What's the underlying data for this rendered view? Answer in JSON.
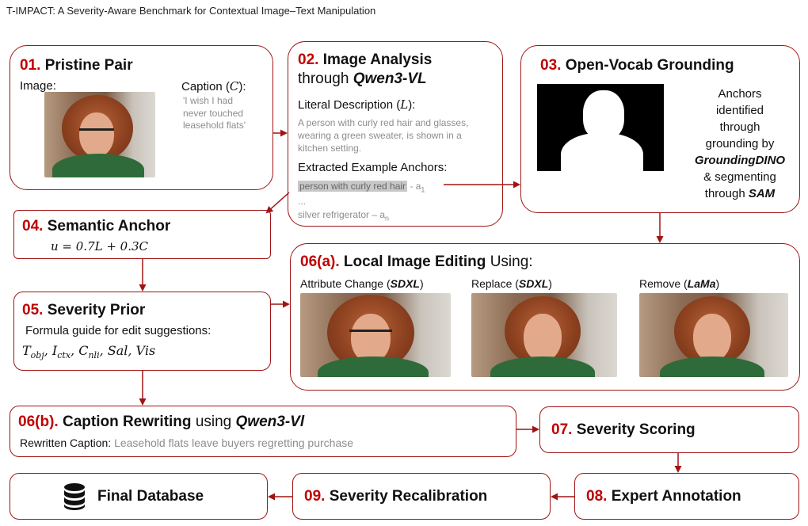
{
  "title": "T-IMPACT: A Severity-Aware Benchmark for Contextual Image–Text Manipulation",
  "colors": {
    "accent": "#c00000",
    "border": "#a11414",
    "muted_text": "#8d8d8d"
  },
  "icons": {
    "database": "database-icon"
  },
  "box01": {
    "num": "01.",
    "label": "Pristine Pair",
    "image_label": "Image:",
    "caption_label": "Caption (",
    "caption_var": "C",
    "caption_label_end": "):",
    "caption_text_1": "'I wish I had",
    "caption_text_2": "never touched",
    "caption_text_3": "leasehold flats'"
  },
  "box02": {
    "num": "02.",
    "label": "Image Analysis",
    "through": "through",
    "model": "Qwen3-VL",
    "literal_label": "Literal Description (",
    "literal_var": "L",
    "literal_label_end": "):",
    "desc_1": "A person with curly red hair and glasses,",
    "desc_2": "wearing a green sweater, is shown in a",
    "desc_3": "kitchen setting.",
    "anchors_label": "Extracted Example Anchors:",
    "anchor_1": "person with curly red hair",
    "anchor_1_tag": "- a",
    "anchor_1_sub": "1",
    "ellipsis": "...",
    "anchor_n": "silver refrigerator – a",
    "anchor_n_sub": "n"
  },
  "box03": {
    "num": "03.",
    "label": "Open-Vocab Grounding",
    "line_1": "Anchors",
    "line_2": "identified",
    "line_3": "through",
    "line_4": "grounding by",
    "tool_1": "GroundingDINO",
    "line_5": "& segmenting",
    "line_6": "through",
    "tool_2": "SAM"
  },
  "box04": {
    "num": "04.",
    "label": "Semantic Anchor",
    "formula": "u = 0.7L + 0.3C"
  },
  "box05": {
    "num": "05.",
    "label": "Severity Prior",
    "desc": "Formula guide for edit suggestions:",
    "formula": "T_obj, I_ctx, C_nli, Sal, Vis",
    "f_T": "T",
    "f_T_sub": "obj",
    "f_I": "I",
    "f_I_sub": "ctx",
    "f_C": "C",
    "f_C_sub": "nli",
    "f_rest": "Sal, Vis"
  },
  "box06a": {
    "num": "06(a).",
    "label": "Local Image Editing",
    "suffix": "Using:",
    "edit_1": "Attribute Change (",
    "edit_1_model": "SDXL",
    "edit_1_end": ")",
    "edit_2": "Replace (",
    "edit_2_model": "SDXL",
    "edit_2_end": ")",
    "edit_3": "Remove (",
    "edit_3_model": "LaMa",
    "edit_3_end": ")"
  },
  "box06b": {
    "num": "06(b).",
    "label": "Caption Rewriting",
    "using": "using",
    "model": "Qwen3-Vl",
    "rewritten_label": "Rewritten Caption:",
    "rewritten_text": "Leasehold flats leave buyers regretting purchase"
  },
  "box07": {
    "num": "07.",
    "label": "Severity Scoring"
  },
  "box08": {
    "num": "08.",
    "label": "Expert Annotation"
  },
  "box09": {
    "num": "09.",
    "label": "Severity Recalibration"
  },
  "box10": {
    "label": "Final Database"
  }
}
